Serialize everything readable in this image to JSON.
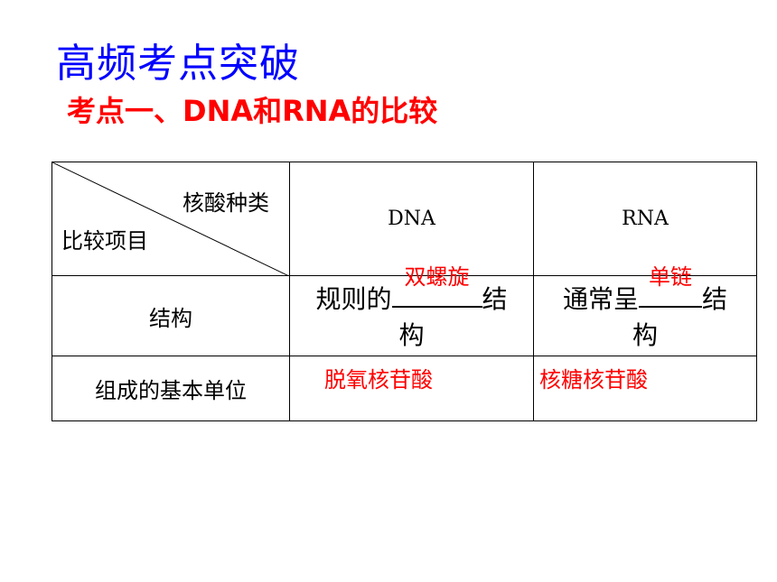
{
  "title": "高频考点突破",
  "subtitle": "考点一、DNA和RNA的比较",
  "table": {
    "header": {
      "diag_top": "核酸种类",
      "diag_bottom": "比较项目",
      "col_dna": "DNA",
      "col_rna": "RNA"
    },
    "structure_row": {
      "label": "结构",
      "dna_prefix": "规则的",
      "dna_fill": "双螺旋",
      "dna_suffix_1": "结",
      "dna_suffix_2": "构",
      "rna_prefix": "通常呈",
      "rna_fill": "单链",
      "rna_suffix_1": "结",
      "rna_suffix_2": "构"
    },
    "unit_row": {
      "label": "组成的基本单位",
      "dna_value": "脱氧核苷酸",
      "rna_value": "核糖核苷酸"
    }
  },
  "colors": {
    "title": "#0000ff",
    "answer": "#ff0000"
  }
}
